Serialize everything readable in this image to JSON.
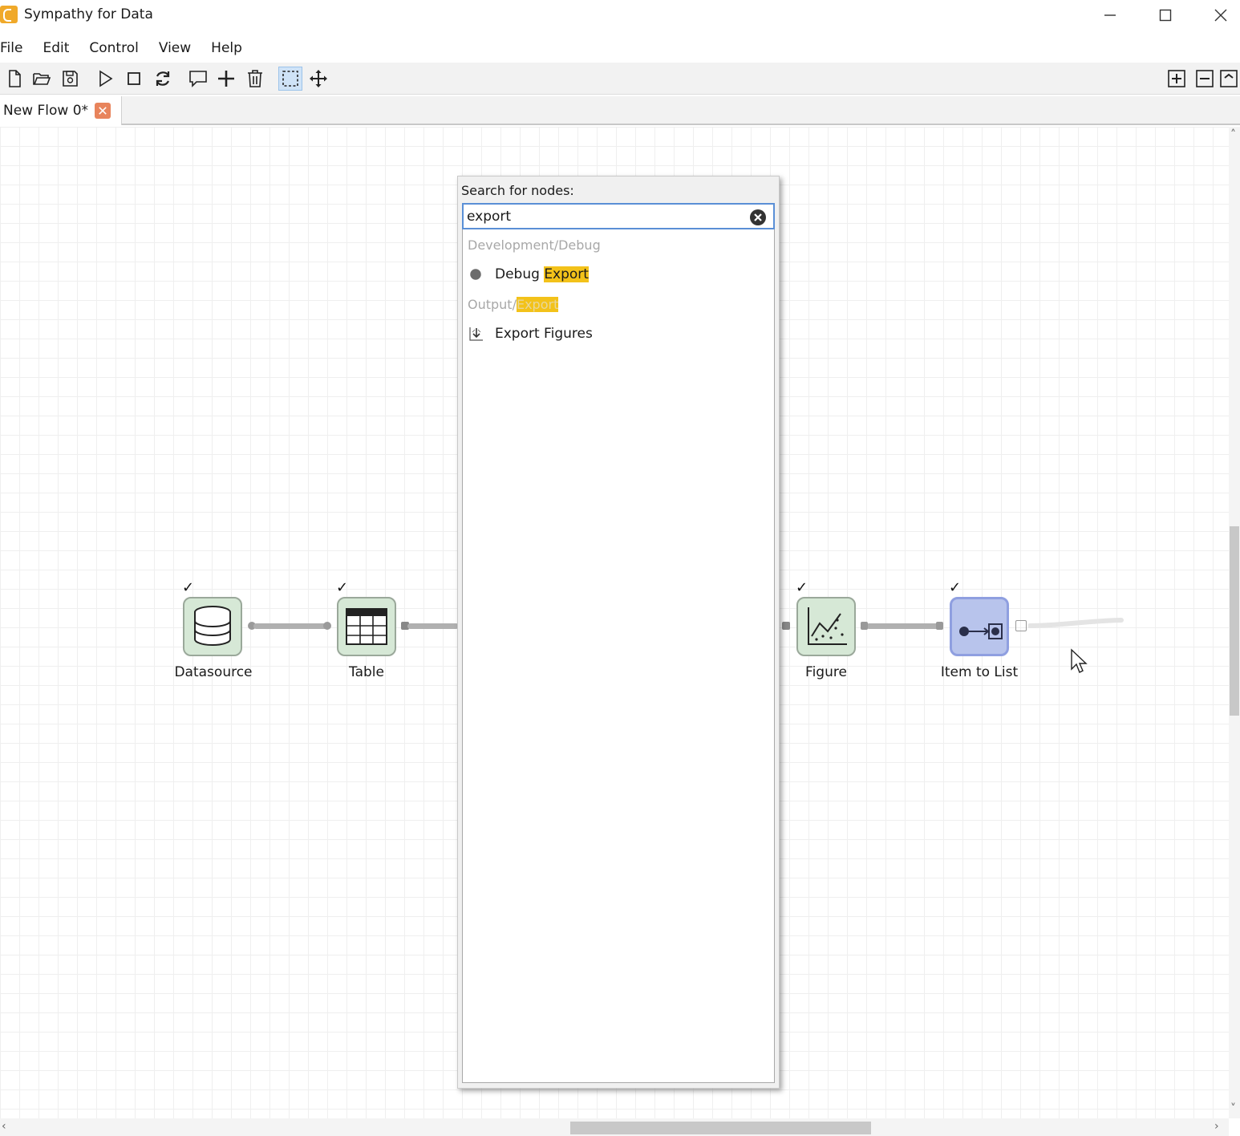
{
  "window": {
    "title": "Sympathy for Data"
  },
  "menu": {
    "items": [
      "File",
      "Edit",
      "Control",
      "View",
      "Help"
    ]
  },
  "tabs": [
    {
      "label": "New Flow 0*"
    }
  ],
  "search_popup": {
    "label": "Search for nodes:",
    "query": "export",
    "results": [
      {
        "type": "category",
        "text": "Development/Debug"
      },
      {
        "type": "node",
        "prefix": "Debug ",
        "match": "Export",
        "icon": "circle-icon"
      },
      {
        "type": "category",
        "prefix": "Output/",
        "match": "Export"
      },
      {
        "type": "node",
        "prefix": "",
        "match": "Export Figures",
        "icon": "export-figures-icon"
      }
    ]
  },
  "nodes": [
    {
      "label": "Datasource",
      "icon": "database-icon",
      "status": "✓"
    },
    {
      "label": "Table",
      "icon": "table-icon",
      "status": "✓"
    },
    {
      "label": "Figure",
      "icon": "figure-icon",
      "status": "✓"
    },
    {
      "label": "Item to List",
      "icon": "item-to-list-icon",
      "status": "✓"
    }
  ],
  "colors": {
    "highlight": "#f3c21a",
    "node_green": "#d6e8d6",
    "node_selected": "#b8c4ec",
    "search_border": "#5a8fd6"
  }
}
